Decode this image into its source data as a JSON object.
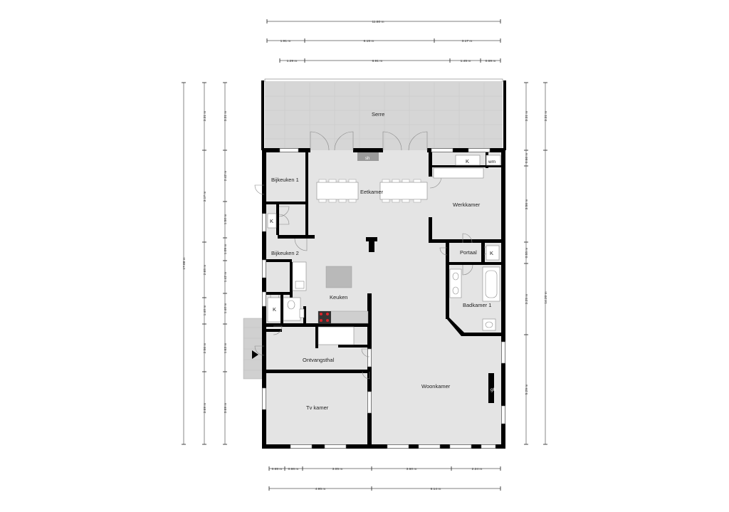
{
  "rooms": {
    "serre": "Serre",
    "eetkamer": "Eetkamer",
    "werkkamer": "Werkkamer",
    "bijkeuken1": "Bijkeuken 1",
    "bijkeuken2": "Bijkeuken 2",
    "keuken": "Keuken",
    "portaal": "Portaal",
    "badkamer1": "Badkamer 1",
    "ontvangsthal": "Ontvangsthal",
    "woonkamer": "Woonkamer",
    "tvkamer": "Tv kamer"
  },
  "fixtures": {
    "k_werkkamer": "K",
    "wm": "wm",
    "sh": "sh",
    "k_bijkeuken1": "K",
    "k_portaal": "K",
    "k_hall": "K",
    "gh": "gh"
  },
  "dims_top": {
    "overall": "11.80 m",
    "row2_a": "1.91 m",
    "row2_b": "6.15 m",
    "row2_c": "3.17 m",
    "row3_a": "1.29 m",
    "row3_b": "6.91 m",
    "row3_c": "1.45 m",
    "row3_d": "0.69 m"
  },
  "dims_bottom": {
    "row1_a": "0.65 m",
    "row1_b": "0.86 m",
    "row1_c": "3.05 m",
    "row1_d": "3.60 m",
    "row1_e": "2.24 m",
    "row2_a": "4.95 m",
    "row2_b": "6.14 m"
  },
  "dims_left": {
    "overall": "17.88 m",
    "c2_a": "3.31 m",
    "c2_b": "3.17 m",
    "c2_c": "2.65 m",
    "c2_d": "1.40 m",
    "c2_e": "2.56 m",
    "c2_f": "3.69 m",
    "c3_a": "3.31 m",
    "c3_b": "2.42 m",
    "c3_c": "1.50 m",
    "c3_d": "1.09 m",
    "c3_e": "1.42 m",
    "c3_f": "1.40 m",
    "c3_g": "1.63 m",
    "c3_h": "3.69 m"
  },
  "dims_right": {
    "overall": "14.20 m",
    "c1_a": "3.31 m",
    "c1_b": "0.66 m",
    "c1_c": "3.56 m",
    "c1_d": "0.55 m",
    "c1_e": "3.25 m",
    "c1_f": "5.29 m",
    "c2_a": "3.31 m"
  },
  "colors": {
    "wall": "#000000",
    "floor": "#e4e4e4",
    "serre_floor": "#d6d6d6",
    "stove_red": "#d9242a"
  }
}
